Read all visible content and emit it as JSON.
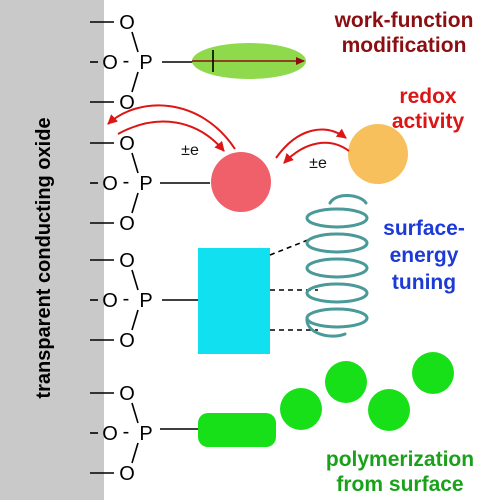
{
  "substrate_label": "transparent conducting oxide",
  "anchor_atoms": {
    "oxygen": "O",
    "phosphorus": "P",
    "dash": "-"
  },
  "charge_transfer": {
    "left": "±e",
    "right": "±e"
  },
  "annotations": {
    "work_function": [
      "work-function",
      "modification"
    ],
    "redox": [
      "redox",
      "activity"
    ],
    "surface_energy": [
      "surface-",
      "energy",
      "tuning"
    ],
    "polymerization": [
      "polymerization",
      "from surface"
    ]
  },
  "colors": {
    "substrate": "#c9c9c9",
    "work_function_text": "#8b0f12",
    "red_text": "#dd1515",
    "blue_text": "#1c3ad6",
    "green_text": "#1aa11a",
    "dipole_ellipse": "#8fd94d",
    "dipole_arrow": "#8b0f12",
    "red_sphere": "#f0606a",
    "orange_sphere": "#f7c05c",
    "cyan_block": "#10e0f0",
    "helix": "#4a9a9a",
    "green_polymer": "#18e018"
  }
}
